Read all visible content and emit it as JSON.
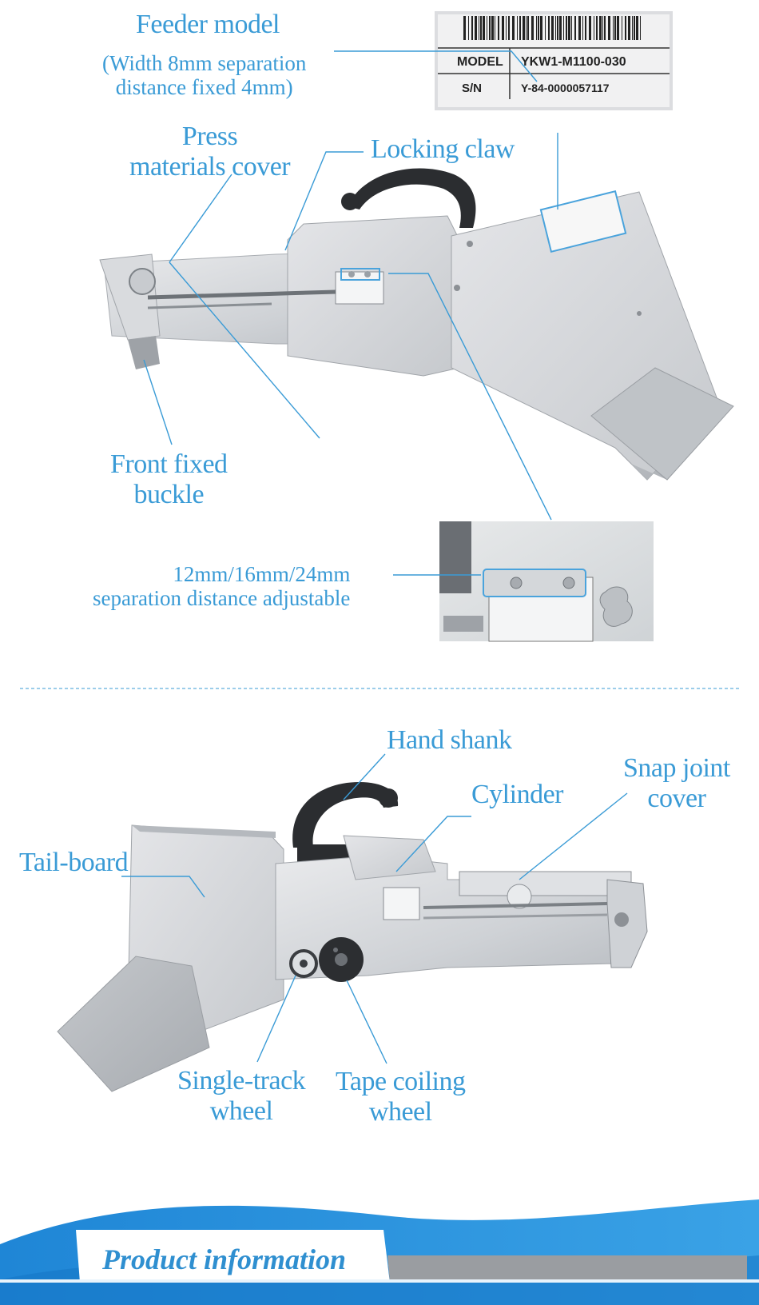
{
  "accent_color": "#3a9bd6",
  "nameplate": {
    "model_key": "MODEL",
    "model_value": "YKW1-M1100-030",
    "sn_key": "S/N",
    "sn_value": "Y-84-0000057117"
  },
  "top_labels": {
    "feeder_model_title": "Feeder model",
    "feeder_model_note_line1": "(Width 8mm separation",
    "feeder_model_note_line2": "distance fixed 4mm)",
    "press_cover_line1": "Press",
    "press_cover_line2": "materials cover",
    "locking_claw": "Locking claw",
    "front_buckle_line1": "Front fixed",
    "front_buckle_line2": "buckle",
    "separation_line1": "12mm/16mm/24mm",
    "separation_line2": "separation distance adjustable"
  },
  "bottom_labels": {
    "hand_shank": "Hand shank",
    "cylinder": "Cylinder",
    "snap_cover_line1": "Snap joint",
    "snap_cover_line2": "cover",
    "tail_board": "Tail-board",
    "single_track_line1": "Single-track",
    "single_track_line2": "wheel",
    "tape_coiling_line1": "Tape coiling",
    "tape_coiling_line2": "wheel"
  },
  "banner": {
    "title": "Product information"
  }
}
